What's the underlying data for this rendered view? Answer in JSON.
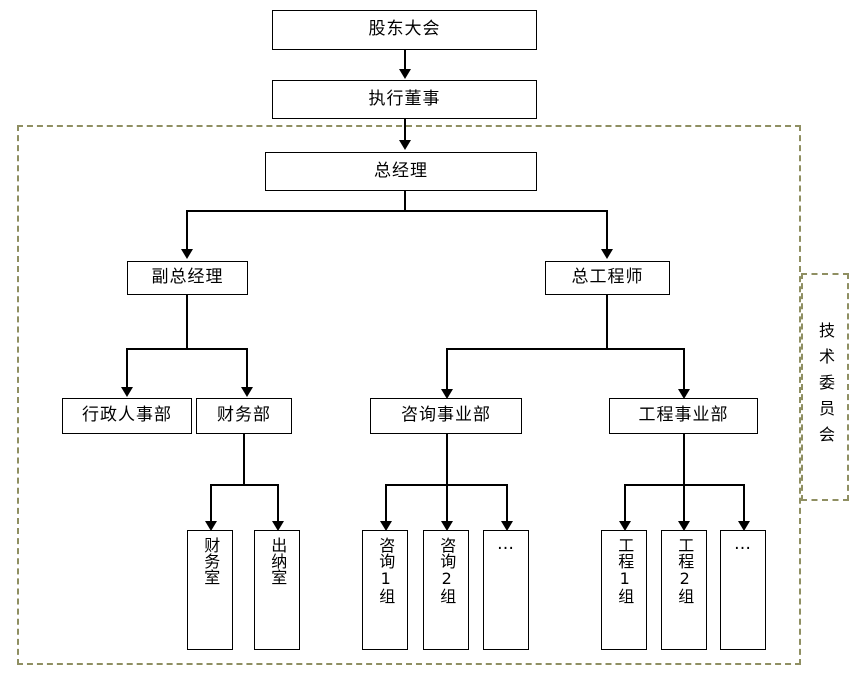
{
  "diagram": {
    "title": "organization-chart",
    "dashed_border_color": "#8f8f62",
    "box_border_color": "#000000",
    "connector_color": "#000000",
    "background": "#ffffff"
  },
  "nodes": {
    "shareholders_meeting": "股东大会",
    "executive_director": "执行董事",
    "general_manager": "总经理",
    "deputy_general_manager": "副总经理",
    "chief_engineer": "总工程师",
    "admin_hr_dept": "行政人事部",
    "finance_dept": "财务部",
    "consulting_division": "咨询事业部",
    "engineering_division": "工程事业部",
    "finance_office": "财务室",
    "cashier_office": "出纳室",
    "consulting_group_1": "咨询1组",
    "consulting_group_2": "咨询2组",
    "consulting_more": "…",
    "engineering_group_1": "工程1组",
    "engineering_group_2": "工程2组",
    "engineering_more": "…",
    "technical_committee": "技术委员会"
  }
}
